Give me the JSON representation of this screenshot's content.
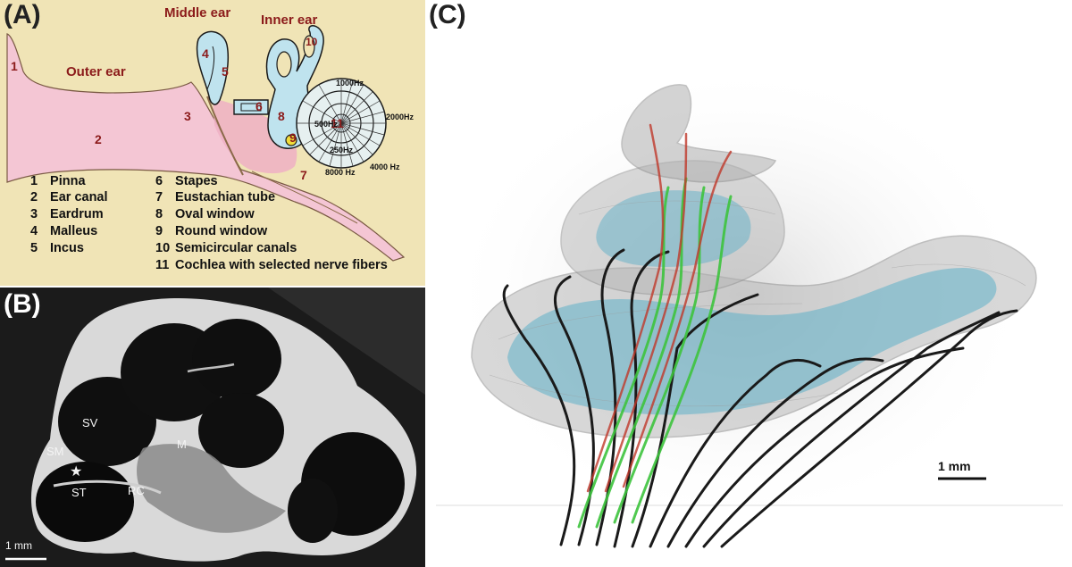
{
  "panels": {
    "a": {
      "letter": "(A)",
      "middle_ear": "Middle ear",
      "inner_ear": "Inner ear",
      "outer_ear": "Outer ear"
    },
    "b": {
      "letter": "(B)"
    },
    "c": {
      "letter": "(C)"
    }
  },
  "diagram_numbers": [
    "1",
    "2",
    "3",
    "4",
    "5",
    "6",
    "7",
    "8",
    "9",
    "10",
    "11"
  ],
  "frequencies": [
    "1000Hz",
    "2000Hz",
    "500Hz",
    "250Hz",
    "4000 Hz",
    "8000 Hz"
  ],
  "legend": [
    {
      "num": "1",
      "text": "Pinna"
    },
    {
      "num": "2",
      "text": "Ear canal"
    },
    {
      "num": "3",
      "text": "Eardrum"
    },
    {
      "num": "4",
      "text": "Malleus"
    },
    {
      "num": "5",
      "text": "Incus"
    },
    {
      "num": "6",
      "text": "Stapes"
    },
    {
      "num": "7",
      "text": "Eustachian tube"
    },
    {
      "num": "8",
      "text": "Oval window"
    },
    {
      "num": "9",
      "text": "Round window"
    },
    {
      "num": "10",
      "text": "Semicircular canals"
    },
    {
      "num": "11",
      "text": "Cochlea with selected nerve fibers"
    }
  ],
  "ct_labels": {
    "sv": "SV",
    "sm": "SM",
    "st": "ST",
    "star": "★",
    "m": "M",
    "rc": "RC"
  },
  "scale_bars": {
    "b": "1 mm",
    "c": "1 mm"
  },
  "colors": {
    "pink_tissue": "#f4c6d4",
    "bone_beige": "#f0e4b6",
    "inner_ear_blue": "#bfe3ee",
    "label_red": "#8b1a1a",
    "fiber_green": "#3ec43e",
    "fiber_red": "#c0392b",
    "fiber_black": "#1a1a1a",
    "cochlea_teal": "#5fb0c8"
  }
}
